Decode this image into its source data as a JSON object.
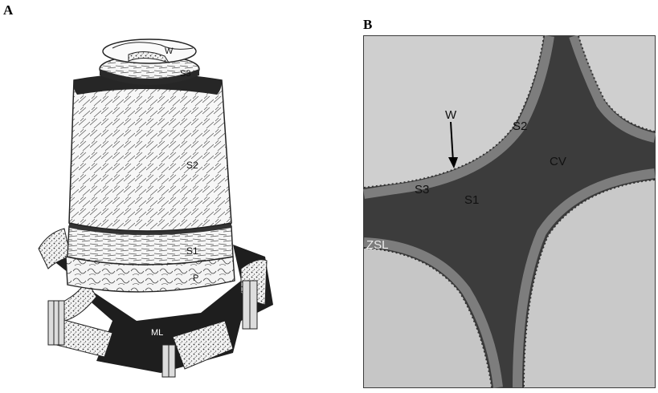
{
  "panels": [
    {
      "letter": "A",
      "labels": {
        "w": "W",
        "s3": "S3",
        "s2": "S2",
        "s1": "S1",
        "p": "P",
        "ml": "ML"
      }
    },
    {
      "letter": "B",
      "labels": {
        "w": "W",
        "s2": "S2",
        "cv": "CV",
        "s3": "S3",
        "s1": "S1",
        "zsl": "ZSL"
      }
    }
  ],
  "colors": {
    "diagram_dark": "#2a2a2a",
    "micrograph_bg": "#bdbdbd",
    "micrograph_dark": "#4a4a4a"
  }
}
